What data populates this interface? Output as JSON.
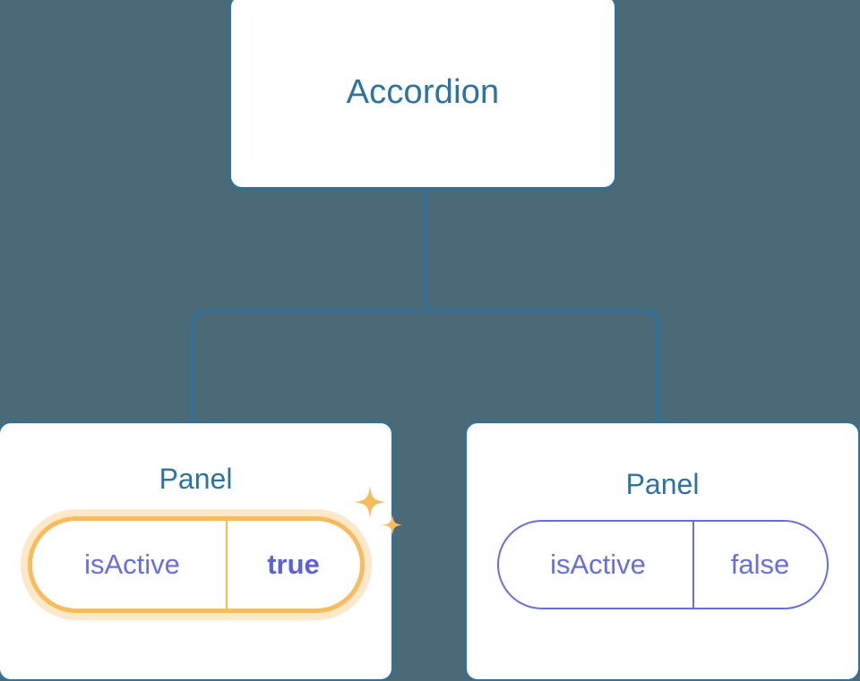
{
  "diagram": {
    "type": "component-tree",
    "background_color": "#4b6a77",
    "node_border_color": "#2c73a2",
    "node_title_color": "#2c73a2",
    "prop_text_color": "#6670dd",
    "highlight_color": "#f8bb5d",
    "highlight_glow_color": "#fac780",
    "connector_color": "#2c73a2"
  },
  "root": {
    "title": "Accordion"
  },
  "panels": [
    {
      "title": "Panel",
      "prop": {
        "key": "isActive",
        "value": "true"
      },
      "highlighted": "true",
      "sparkle_icon": "sparkles-icon"
    },
    {
      "title": "Panel",
      "prop": {
        "key": "isActive",
        "value": "false"
      },
      "highlighted": "false"
    }
  ]
}
